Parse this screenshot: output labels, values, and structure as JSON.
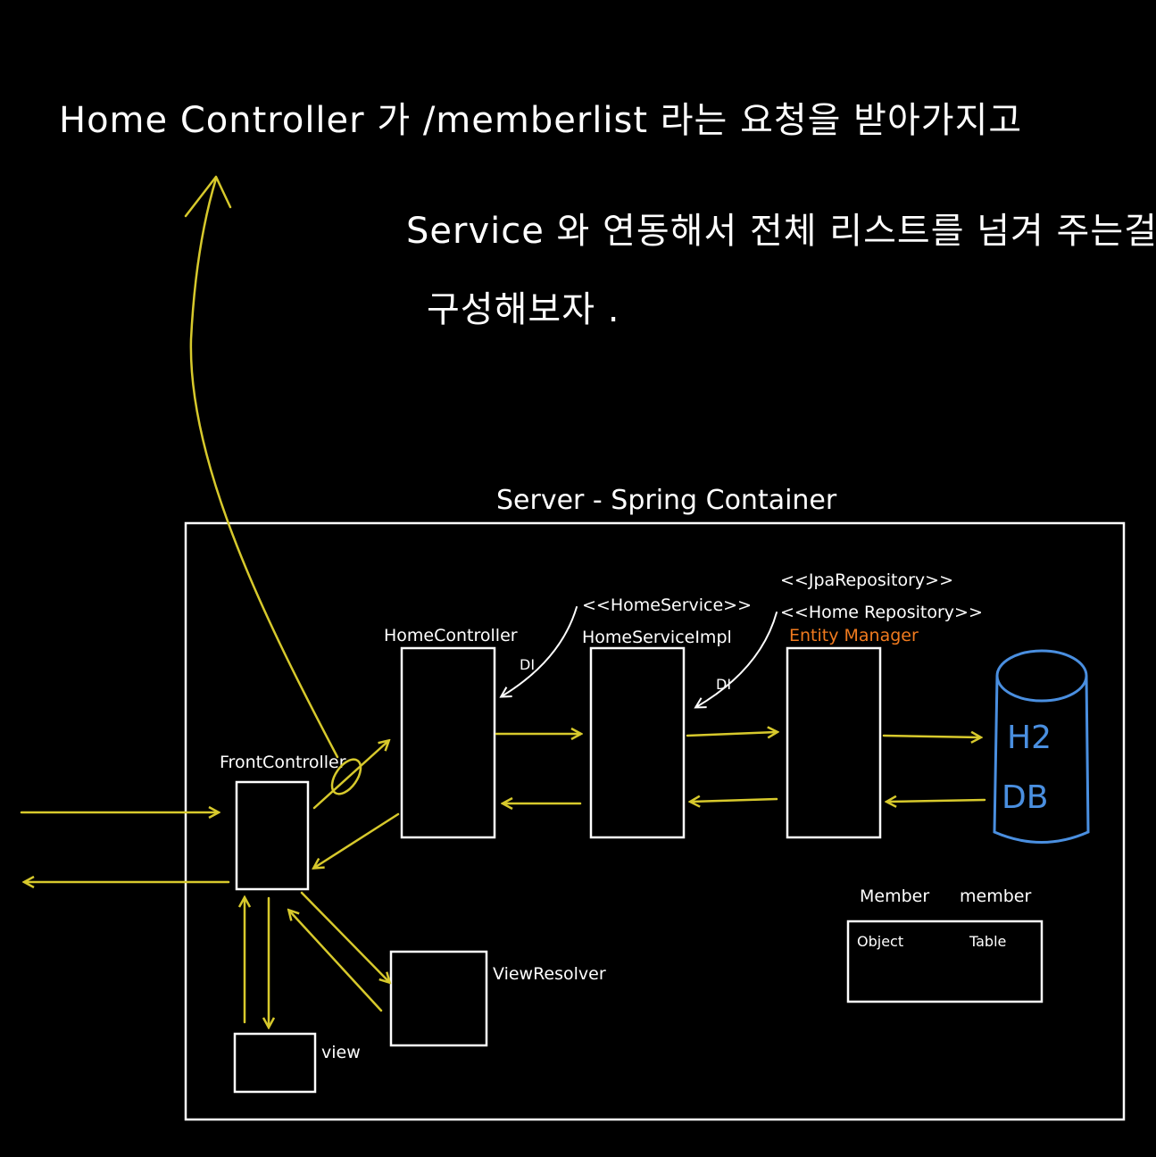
{
  "notes": {
    "line1": "Home Controller 가  /memberlist 라는 요청을 받아가지고",
    "line2": "Service 와 연동해서  전체 리스트를 넘겨 주는걸",
    "line3": "구성해보자 ."
  },
  "container": {
    "title": "Server - Spring Container"
  },
  "components": {
    "front_controller": "FrontController",
    "home_controller": "HomeController",
    "home_service_interface": "<<HomeService>>",
    "home_service_impl": "HomeServiceImpl",
    "jpa_repository": "<<JpaRepository>>",
    "home_repository": "<<Home Repository>>",
    "entity_manager": "Entity Manager",
    "view": "view",
    "view_resolver": "ViewResolver",
    "db_line1": "H2",
    "db_line2": "DB"
  },
  "di": {
    "label1": "DI",
    "label2": "DI"
  },
  "mapping": {
    "left_header": "Member",
    "right_header": "member",
    "left_value": "Object",
    "right_value": "Table"
  },
  "colors": {
    "background": "#000000",
    "arrow": "#d7c92c",
    "db": "#4a8fe0",
    "entity_manager": "#f07a1e"
  }
}
